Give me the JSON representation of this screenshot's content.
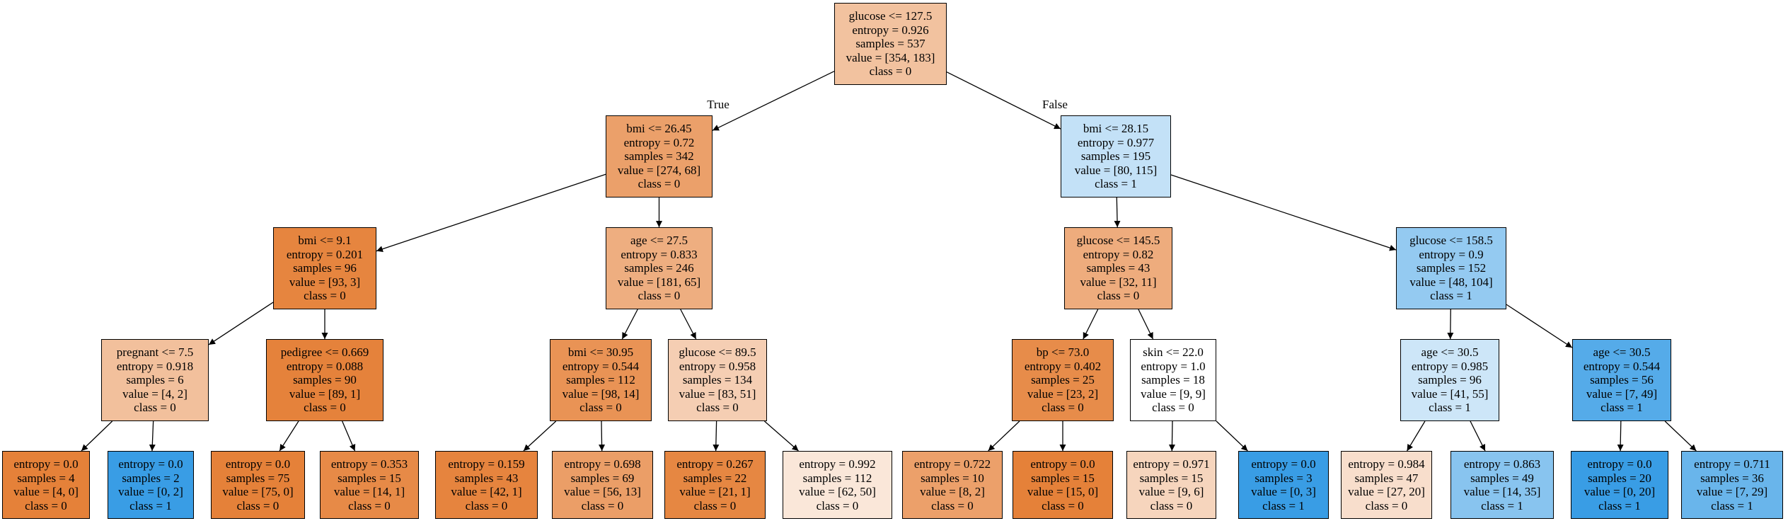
{
  "tree": {
    "edge_labels": {
      "true_label": "True",
      "false_label": "False"
    },
    "nodes": [
      {
        "id": "n0",
        "lines": [
          "glucose <= 127.5",
          "entropy = 0.926",
          "samples = 537",
          "value = [354, 183]",
          "class = 0"
        ],
        "fill": "#f2c29f"
      },
      {
        "id": "n1",
        "lines": [
          "bmi <= 26.45",
          "entropy = 0.72",
          "samples = 342",
          "value = [274, 68]",
          "class = 0"
        ],
        "fill": "#eba06a"
      },
      {
        "id": "n2",
        "lines": [
          "bmi <= 9.1",
          "entropy = 0.201",
          "samples = 96",
          "value = [93, 3]",
          "class = 0"
        ],
        "fill": "#e6853f"
      },
      {
        "id": "n3",
        "lines": [
          "pregnant <= 7.5",
          "entropy = 0.918",
          "samples = 6",
          "value = [4, 2]",
          "class = 0"
        ],
        "fill": "#f2c09c"
      },
      {
        "id": "n4",
        "lines": [
          "entropy = 0.0",
          "samples = 4",
          "value = [4, 0]",
          "class = 0"
        ],
        "fill": "#e58139"
      },
      {
        "id": "n5",
        "lines": [
          "entropy = 0.0",
          "samples = 2",
          "value = [0, 2]",
          "class = 1"
        ],
        "fill": "#399de5"
      },
      {
        "id": "n6",
        "lines": [
          "pedigree <= 0.669",
          "entropy = 0.088",
          "samples = 90",
          "value = [89, 1]",
          "class = 0"
        ],
        "fill": "#e5823b"
      },
      {
        "id": "n7",
        "lines": [
          "entropy = 0.0",
          "samples = 75",
          "value = [75, 0]",
          "class = 0"
        ],
        "fill": "#e58139"
      },
      {
        "id": "n8",
        "lines": [
          "entropy = 0.353",
          "samples = 15",
          "value = [14, 1]",
          "class = 0"
        ],
        "fill": "#e78a47"
      },
      {
        "id": "n9",
        "lines": [
          "age <= 27.5",
          "entropy = 0.833",
          "samples = 246",
          "value = [181, 65]",
          "class = 0"
        ],
        "fill": "#eeae80"
      },
      {
        "id": "n10",
        "lines": [
          "bmi <= 30.95",
          "entropy = 0.544",
          "samples = 112",
          "value = [98, 14]",
          "class = 0"
        ],
        "fill": "#e99355"
      },
      {
        "id": "n11",
        "lines": [
          "entropy = 0.159",
          "samples = 43",
          "value = [42, 1]",
          "class = 0"
        ],
        "fill": "#e6843e"
      },
      {
        "id": "n12",
        "lines": [
          "entropy = 0.698",
          "samples = 69",
          "value = [56, 13]",
          "class = 0"
        ],
        "fill": "#eb9e67"
      },
      {
        "id": "n13",
        "lines": [
          "glucose <= 89.5",
          "entropy = 0.958",
          "samples = 134",
          "value = [83, 51]",
          "class = 0"
        ],
        "fill": "#f5ceb3"
      },
      {
        "id": "n14",
        "lines": [
          "entropy = 0.267",
          "samples = 22",
          "value = [21, 1]",
          "class = 0"
        ],
        "fill": "#e68742"
      },
      {
        "id": "n15",
        "lines": [
          "entropy = 0.992",
          "samples = 112",
          "value = [62, 50]",
          "class = 0"
        ],
        "fill": "#fae7d9"
      },
      {
        "id": "n16",
        "lines": [
          "bmi <= 28.15",
          "entropy = 0.977",
          "samples = 195",
          "value = [80, 115]",
          "class = 1"
        ],
        "fill": "#c3e1f7"
      },
      {
        "id": "n17",
        "lines": [
          "glucose <= 145.5",
          "entropy = 0.82",
          "samples = 43",
          "value = [32, 11]",
          "class = 0"
        ],
        "fill": "#eeac7d"
      },
      {
        "id": "n18",
        "lines": [
          "bp <= 73.0",
          "entropy = 0.402",
          "samples = 25",
          "value = [23, 2]",
          "class = 0"
        ],
        "fill": "#e78c4a"
      },
      {
        "id": "n19",
        "lines": [
          "entropy = 0.722",
          "samples = 10",
          "value = [8, 2]",
          "class = 0"
        ],
        "fill": "#eca06a"
      },
      {
        "id": "n20",
        "lines": [
          "entropy = 0.0",
          "samples = 15",
          "value = [15, 0]",
          "class = 0"
        ],
        "fill": "#e58139"
      },
      {
        "id": "n21",
        "lines": [
          "skin <= 22.0",
          "entropy = 1.0",
          "samples = 18",
          "value = [9, 9]",
          "class = 0"
        ],
        "fill": "#ffffff"
      },
      {
        "id": "n22",
        "lines": [
          "entropy = 0.971",
          "samples = 15",
          "value = [9, 6]",
          "class = 0"
        ],
        "fill": "#f6d5bd"
      },
      {
        "id": "n23",
        "lines": [
          "entropy = 0.0",
          "samples = 3",
          "value = [0, 3]",
          "class = 1"
        ],
        "fill": "#399de5"
      },
      {
        "id": "n24",
        "lines": [
          "glucose <= 158.5",
          "entropy = 0.9",
          "samples = 152",
          "value = [48, 104]",
          "class = 1"
        ],
        "fill": "#94caf1"
      },
      {
        "id": "n25",
        "lines": [
          "age <= 30.5",
          "entropy = 0.985",
          "samples = 96",
          "value = [41, 55]",
          "class = 1"
        ],
        "fill": "#cde6f8"
      },
      {
        "id": "n26",
        "lines": [
          "entropy = 0.984",
          "samples = 47",
          "value = [27, 20]",
          "class = 0"
        ],
        "fill": "#f8decc"
      },
      {
        "id": "n27",
        "lines": [
          "entropy = 0.863",
          "samples = 49",
          "value = [14, 35]",
          "class = 1"
        ],
        "fill": "#88c4ef"
      },
      {
        "id": "n28",
        "lines": [
          "age <= 30.5",
          "entropy = 0.544",
          "samples = 56",
          "value = [7, 49]",
          "class = 1"
        ],
        "fill": "#55abe9"
      },
      {
        "id": "n29",
        "lines": [
          "entropy = 0.0",
          "samples = 20",
          "value = [0, 20]",
          "class = 1"
        ],
        "fill": "#399de5"
      },
      {
        "id": "n30",
        "lines": [
          "entropy = 0.711",
          "samples = 36",
          "value = [7, 29]",
          "class = 1"
        ],
        "fill": "#69b5eb"
      }
    ],
    "edges": [
      [
        "n0",
        "n1"
      ],
      [
        "n0",
        "n16"
      ],
      [
        "n1",
        "n2"
      ],
      [
        "n1",
        "n9"
      ],
      [
        "n2",
        "n3"
      ],
      [
        "n2",
        "n6"
      ],
      [
        "n3",
        "n4"
      ],
      [
        "n3",
        "n5"
      ],
      [
        "n6",
        "n7"
      ],
      [
        "n6",
        "n8"
      ],
      [
        "n9",
        "n10"
      ],
      [
        "n9",
        "n13"
      ],
      [
        "n10",
        "n11"
      ],
      [
        "n10",
        "n12"
      ],
      [
        "n13",
        "n14"
      ],
      [
        "n13",
        "n15"
      ],
      [
        "n16",
        "n17"
      ],
      [
        "n16",
        "n24"
      ],
      [
        "n17",
        "n18"
      ],
      [
        "n17",
        "n21"
      ],
      [
        "n18",
        "n19"
      ],
      [
        "n18",
        "n20"
      ],
      [
        "n21",
        "n22"
      ],
      [
        "n21",
        "n23"
      ],
      [
        "n24",
        "n25"
      ],
      [
        "n24",
        "n28"
      ],
      [
        "n25",
        "n26"
      ],
      [
        "n25",
        "n27"
      ],
      [
        "n28",
        "n29"
      ],
      [
        "n28",
        "n30"
      ]
    ]
  }
}
